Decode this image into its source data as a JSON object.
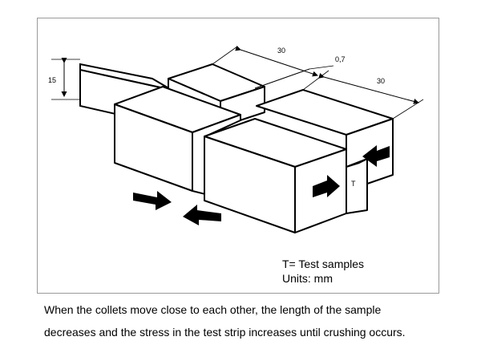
{
  "figure": {
    "dim_width_top": "30",
    "dim_gap": "0,7",
    "dim_width_right": "30",
    "dim_height": "15",
    "sample_label": "T"
  },
  "legend": {
    "line1": "T= Test samples",
    "line2": "Units: mm"
  },
  "caption": {
    "line1": "When the collets move close to each other, the length of the sample",
    "line2": "decreases and the stress in the test strip increases until crushing occurs."
  }
}
